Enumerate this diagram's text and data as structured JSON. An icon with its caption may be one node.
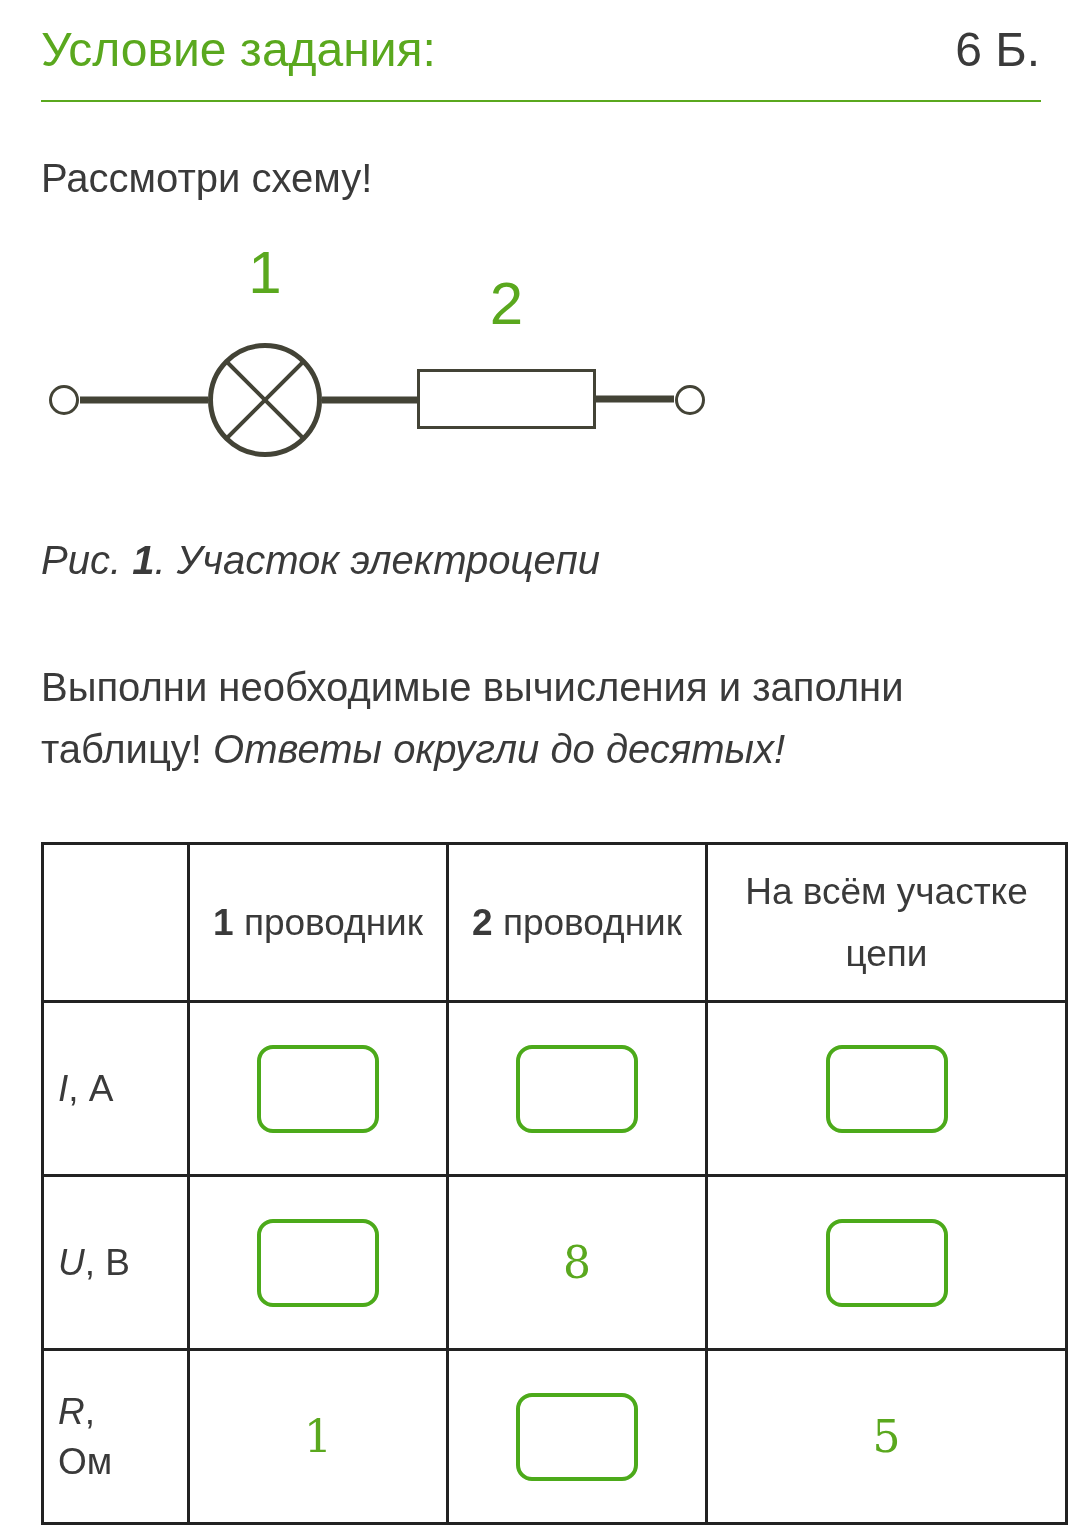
{
  "diagram": {
    "title": "Условие задания:",
    "caption": "Рис. **1**. Участок электроцепи",
    "nodes": [
      {
        "text": [],
        "shape": "circle"
      },
      {
        "text": [],
        "shape": "circle",
        "beside": [
          "1"
        ]
      },
      {
        "text": [],
        "shape": "box",
        "beside": [
          "2"
        ]
      },
      {
        "text": [],
        "shape": "circle"
      }
    ],
    "edges": [
      {
        "from": 0,
        "to": 1,
        "arrow": "none"
      },
      {
        "from": 1,
        "to": 2,
        "arrow": "none"
      },
      {
        "from": 2,
        "to": 3,
        "arrow": "none"
      }
    ],
    "labels": [
      "6 Б.",
      "Рассмотри схему!",
      "Выполни необходимые вычисления и заполни таблицу! *Ответы округли до десятых!*",
      "**1** проводник",
      "**2** проводник",
      "На всём участке цепи",
      "*I*, А",
      "*U*, В",
      "8",
      "*R*, Ом",
      "1",
      "5"
    ]
  }
}
